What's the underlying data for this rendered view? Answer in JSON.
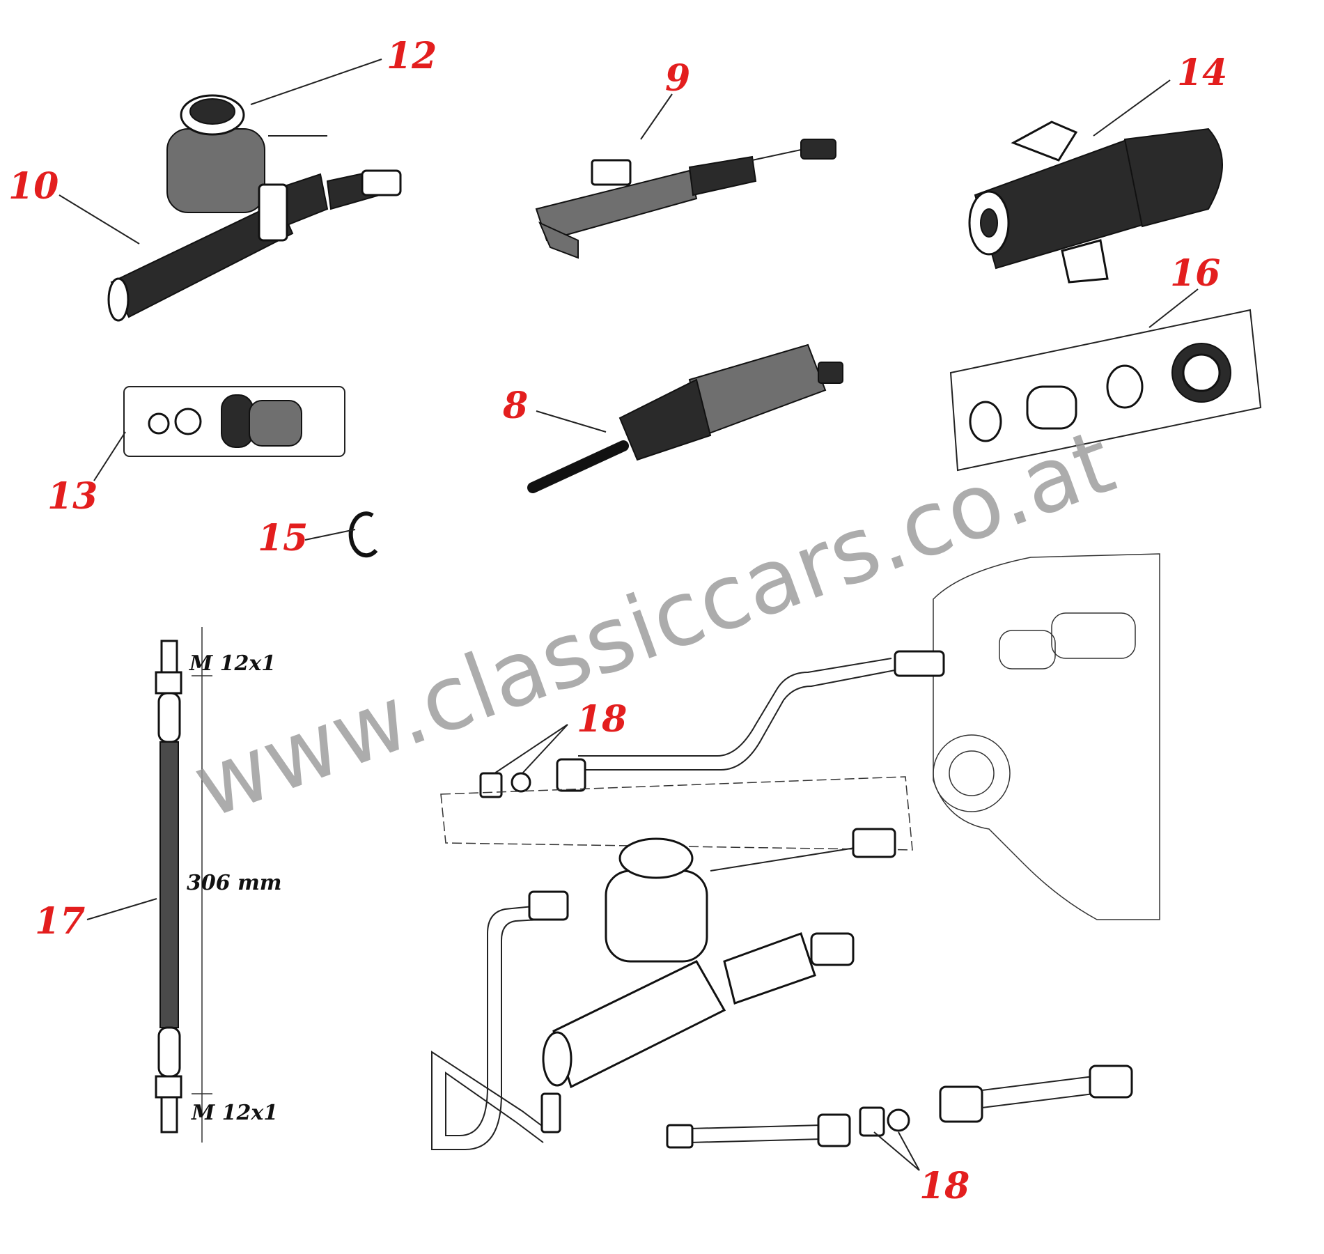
{
  "colors": {
    "label": "#e31e1e",
    "watermark": "#9a9a9a",
    "ink": "#111111"
  },
  "watermark": "www.classiccars.co.at",
  "labels": {
    "n8": "8",
    "n9": "9",
    "n10": "10",
    "n12": "12",
    "n13": "13",
    "n14": "14",
    "n15": "15",
    "n16": "16",
    "n17": "17",
    "n18a": "18",
    "n18b": "18"
  },
  "hose": {
    "thread_top": "M 12x1",
    "thread_bottom": "M 12x1",
    "length": "306 mm"
  }
}
